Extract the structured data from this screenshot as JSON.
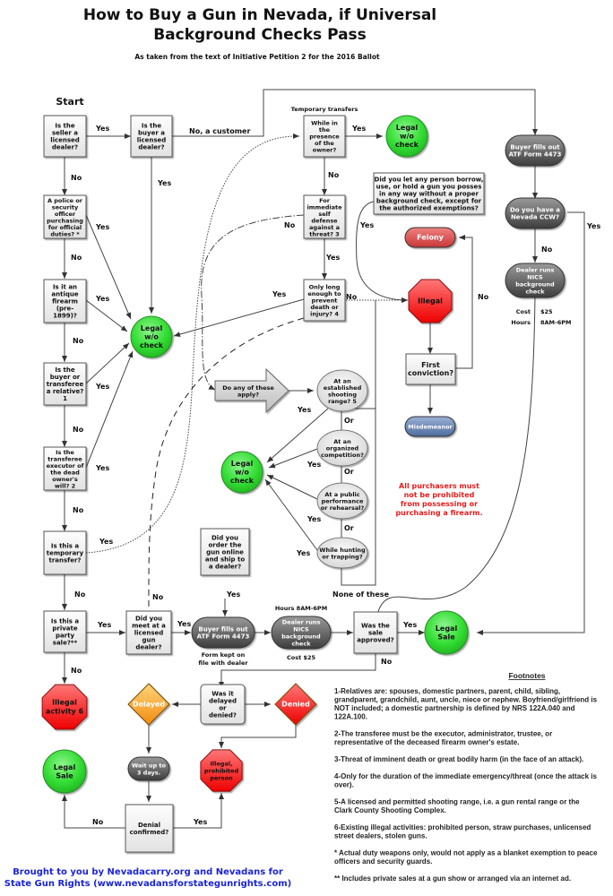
{
  "header": {
    "title_line1": "How to Buy a Gun in Nevada, if Universal",
    "title_line2": "Background Checks Pass",
    "subtitle": "As taken from the text of Initiative Petition 2 for the 2016 Ballot"
  },
  "colors": {
    "legal_green": "#33dd33",
    "illegal_red": "#ee1111",
    "felony_red": "#d84a4a",
    "misdemeanor_blue": "#5f7fae",
    "process_gray": "#5a5a5a",
    "delayed_orange": "#f7a531",
    "footer_blue": "#1a24d8",
    "warning_red": "#e51c1c"
  },
  "start_label": "Start",
  "nodes": {
    "seller_dealer": [
      "Is the",
      "seller a",
      "licensed",
      "dealer?"
    ],
    "buyer_dealer": [
      "Is the",
      "buyer a",
      "licensed",
      "dealer?"
    ],
    "police": [
      "A police or",
      "security",
      "officer",
      "purchasing",
      "for official",
      "duties? *"
    ],
    "antique": [
      "Is it an",
      "antique",
      "firearm",
      "(pre-",
      "1899)?"
    ],
    "relative": [
      "Is the",
      "buyer or",
      "transferee",
      "a relative?",
      "1"
    ],
    "executor": [
      "Is the",
      "transferee",
      "executor of",
      "the dead",
      "owner's",
      "will? 2"
    ],
    "temporary": [
      "Is this a",
      "temporary",
      "transfer?"
    ],
    "private": [
      "Is this a",
      "private",
      "party",
      "sale?**"
    ],
    "meet_dealer": [
      "Did you",
      "meet at a",
      "licensed",
      "gun",
      "dealer?"
    ],
    "order_online": [
      "Did you",
      "order the",
      "gun online",
      "and ship to",
      "a dealer?"
    ],
    "temp_transfers_heading": "Temporary transfers",
    "presence": [
      "While in",
      "the",
      "presence",
      "of the",
      "owner?"
    ],
    "self_defense": [
      "For",
      "immediate",
      "self",
      "defense",
      "against a",
      "threat? 3"
    ],
    "only_long": [
      "Only long",
      "enough to",
      "prevent",
      "death or",
      "injury? 4"
    ],
    "borrow_question": [
      "Did you let any person borrow,",
      "use, or hold a gun you posses",
      "in any way without a proper",
      "background check, except for",
      "the authorized exemptions?"
    ],
    "any_apply": [
      "Do any of these",
      "apply?"
    ],
    "shooting_range": [
      "At an",
      "established",
      "shooting",
      "range? 5"
    ],
    "competition": [
      "At an",
      "organized",
      "competition?"
    ],
    "performance": [
      "At a public",
      "performance",
      "or rehearsal?"
    ],
    "hunting": [
      "While hunting",
      "or trapping?"
    ],
    "none_of_these": "None of these",
    "legal_wo_check": [
      "Legal",
      "w/o",
      "check"
    ],
    "illegal": "Illegal",
    "felony": "Felony",
    "first_conviction": [
      "First",
      "conviction?"
    ],
    "misdemeanor": "Misdemeanor",
    "buyer_form_top": [
      "Buyer fills out",
      "ATF Form 4473"
    ],
    "ccw": [
      "Do you have a",
      "Nevada CCW?"
    ],
    "nics_top": [
      "Dealer runs",
      "NICS",
      "background",
      "check"
    ],
    "nics_top_cost_label": "Cost",
    "nics_top_cost": "$25",
    "nics_top_hours_label": "Hours",
    "nics_top_hours": "8AM-6PM",
    "buyer_form_bottom": [
      "Buyer fills out",
      "ATF Form 4473"
    ],
    "form_kept": [
      "Form kept on",
      "file with dealer"
    ],
    "nics_bottom": [
      "Dealer runs",
      "NICS",
      "background",
      "check"
    ],
    "nics_bottom_hours": "Hours 8AM-6PM",
    "nics_bottom_cost": "Cost $25",
    "sale_approved": [
      "Was the",
      "sale",
      "approved?"
    ],
    "legal_sale": [
      "Legal",
      "Sale"
    ],
    "illegal_activity": [
      "Illegal",
      "activity 6"
    ],
    "delayed_denied": [
      "Was it",
      "delayed",
      "or",
      "denied?"
    ],
    "delayed": "Delayed",
    "denied": "Denied",
    "wait": [
      "Wait up to",
      "3 days."
    ],
    "illegal_prohibited": [
      "Illegal,",
      "prohibited",
      "person"
    ],
    "denial_confirmed": [
      "Denial",
      "confirmed?"
    ],
    "warning": [
      "All purchasers must",
      "not be prohibited",
      "from possessing or",
      "purchasing a firearm."
    ]
  },
  "edge_labels": {
    "yes": "Yes",
    "no": "No",
    "or": "Or",
    "no_customer": "No, a customer"
  },
  "footnotes": {
    "heading": "Footnotes",
    "items": [
      [
        "1-Relatives are: spouses, domestic partners, parent, child, sibling,",
        "grandparent, grandchild, aunt, uncle, niece or nephew. Boyfriend/girlfriend is",
        "NOT included; a domestic partnership is defined by NRS 122A.040 and",
        "122A.100."
      ],
      [
        "2-The transferee must be the executor, administrator, trustee, or",
        "representative of the deceased firearm owner's estate."
      ],
      [
        "3-Threat of imminent death or great bodily harm (in the face of an attack)."
      ],
      [
        "4-Only for the duration of the immediate emergency/threat (once the attack is",
        "over)."
      ],
      [
        "5-A licensed and permitted shooting range, i.e. a gun rental range or the",
        "Clark County Shooting Complex."
      ],
      [
        "6-Existing illegal activities: prohibited person, straw purchases, unlicensed",
        "street dealers, stolen guns."
      ],
      [
        "* Actual duty weapons only, would not apply as a blanket exemption to peace",
        "officers and security guards."
      ],
      [
        "** Includes private sales at a gun show or arranged via an internet ad."
      ]
    ]
  },
  "footer": {
    "line1": "Brought to you by Nevadacarry.org and Nevadans for",
    "line2": "State Gun Rights (www.nevadansforstategunrights.com)"
  }
}
